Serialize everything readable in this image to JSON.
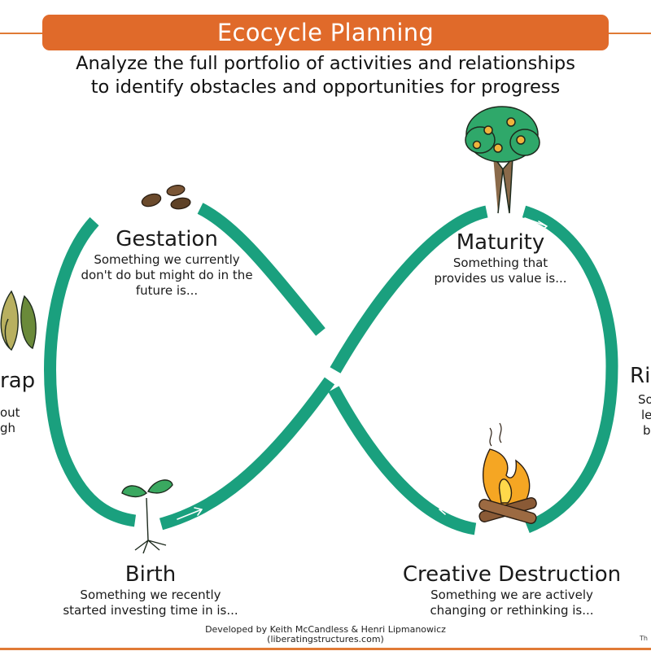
{
  "header": {
    "title": "Ecocycle Planning",
    "subtitle_line1": "Analyze the full portfolio of activities and relationships",
    "subtitle_line2": "to identify obstacles and opportunities for progress"
  },
  "stages": {
    "gestation": {
      "title": "Gestation",
      "line1": "Something we currently",
      "line2": "don't do but might do in the",
      "line3": "future is..."
    },
    "maturity": {
      "title": "Maturity",
      "line1": "Something that",
      "line2": "provides us value is..."
    },
    "birth": {
      "title": "Birth",
      "line1": "Something we recently",
      "line2": "started investing time in is..."
    },
    "creative_destruction": {
      "title": "Creative Destruction",
      "line1": "Something we are actively",
      "line2": "changing or rethinking is..."
    }
  },
  "cut_off": {
    "left": {
      "title": "rap",
      "line1": "out",
      "line2": "gh"
    },
    "right": {
      "title": "Ri",
      "line1": "So",
      "line2": "le",
      "line3": "b"
    }
  },
  "footer": {
    "line1": "Developed by Keith McCandless & Henri Lipmanowicz",
    "line2": "(liberatingstructures.com)",
    "corner": "Th"
  },
  "colors": {
    "banner": "#e06a2a",
    "loop": "#1aa07e",
    "accent_line": "#e07a35"
  },
  "icons": [
    "seeds-icon",
    "tree-icon",
    "sprout-icon",
    "campfire-icon",
    "dried-leaves-icon"
  ]
}
